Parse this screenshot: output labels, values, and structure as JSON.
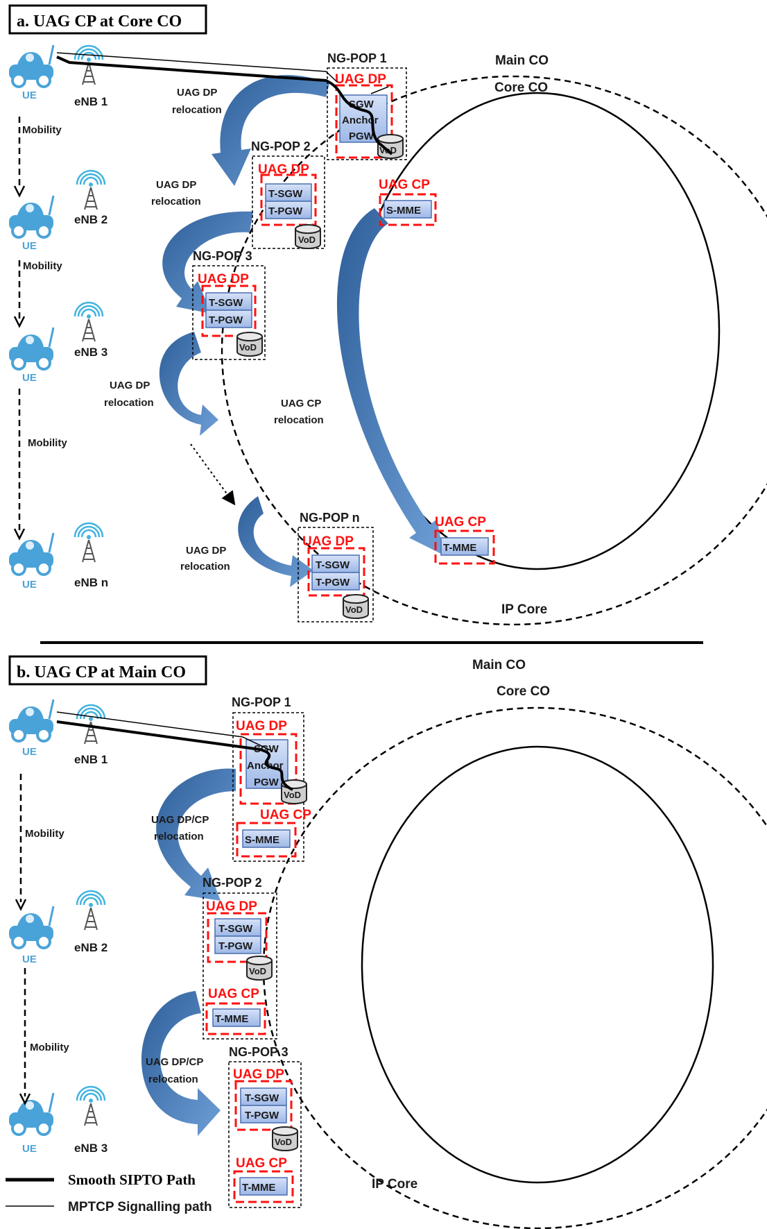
{
  "panel_a": {
    "title": "a. UAG CP at Core CO",
    "main_co": "Main CO",
    "core_co": "Core CO",
    "ip_core": "IP Core",
    "ue_labels": [
      "UE",
      "UE",
      "UE",
      "UE"
    ],
    "enb_labels": [
      "eNB 1",
      "eNB 2",
      "eNB 3",
      "eNB n"
    ],
    "mobility_labels": [
      "Mobility",
      "Mobility",
      "Mobility"
    ],
    "pops": [
      {
        "name": "NG-POP 1",
        "dp": "UAG DP",
        "gw1": "SGW",
        "gw_mid": "Anchor",
        "gw2": "PGW",
        "vod": "VoD"
      },
      {
        "name": "NG-POP 2",
        "dp": "UAG DP",
        "gw1": "T-SGW",
        "gw2": "T-PGW",
        "vod": "VoD"
      },
      {
        "name": "NG-POP 3",
        "dp": "UAG DP",
        "gw1": "T-SGW",
        "gw2": "T-PGW",
        "vod": "VoD"
      },
      {
        "name": "NG-POP n",
        "dp": "UAG DP",
        "gw1": "T-SGW",
        "gw2": "T-PGW",
        "vod": "VoD"
      }
    ],
    "cp_top": {
      "label": "UAG CP",
      "mme": "S-MME"
    },
    "cp_bottom": {
      "label": "UAG CP",
      "mme": "T-MME"
    },
    "relocations": [
      {
        "line1": "UAG DP",
        "line2": "relocation"
      },
      {
        "line1": "UAG DP",
        "line2": "relocation"
      },
      {
        "line1": "UAG DP",
        "line2": "relocation"
      },
      {
        "line1": "UAG DP",
        "line2": "relocation"
      }
    ],
    "cp_relocation": {
      "line1": "UAG CP",
      "line2": "relocation"
    }
  },
  "panel_b": {
    "title": "b. UAG CP at Main CO",
    "main_co": "Main CO",
    "core_co": "Core CO",
    "ip_core": "IP Core",
    "ue_labels": [
      "UE",
      "UE",
      "UE"
    ],
    "enb_labels": [
      "eNB 1",
      "eNB 2",
      "eNB 3"
    ],
    "mobility_labels": [
      "Mobility",
      "Mobility"
    ],
    "pops": [
      {
        "name": "NG-POP 1",
        "dp": "UAG DP",
        "gw1": "SGW",
        "gw_mid": "Anchor",
        "gw2": "PGW",
        "vod": "VoD",
        "cp": "UAG CP",
        "mme": "S-MME"
      },
      {
        "name": "NG-POP 2",
        "dp": "UAG DP",
        "gw1": "T-SGW",
        "gw2": "T-PGW",
        "vod": "VoD",
        "cp": "UAG CP",
        "mme": "T-MME"
      },
      {
        "name": "NG-POP 3",
        "dp": "UAG DP",
        "gw1": "T-SGW",
        "gw2": "T-PGW",
        "vod": "VoD",
        "cp": "UAG CP",
        "mme": "T-MME"
      }
    ],
    "relocations": [
      {
        "line1": "UAG DP/CP",
        "line2": "relocation"
      },
      {
        "line1": "UAG DP/CP",
        "line2": "relocation"
      }
    ]
  },
  "legend": {
    "smooth": "Smooth SIPTO Path",
    "mptcp": "MPTCP Signalling path"
  },
  "colors": {
    "arrow_blue": "#4a7fbd",
    "gw_fill": "#b9cdf2",
    "dp_red": "#ff1010",
    "ue_blue": "#4aa3d8"
  }
}
